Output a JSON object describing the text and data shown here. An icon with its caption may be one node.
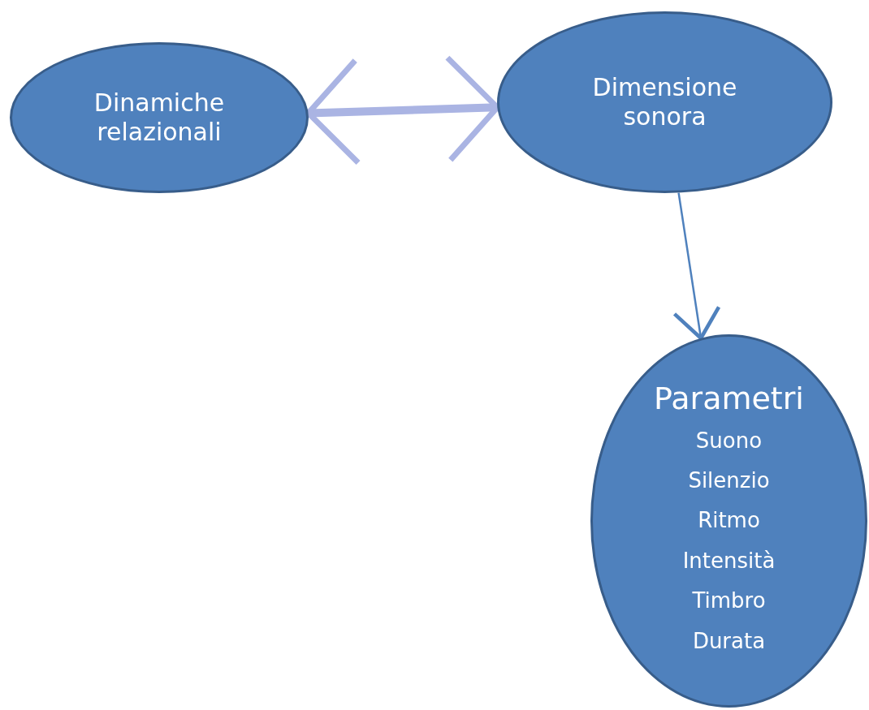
{
  "diagram": {
    "nodes": [
      {
        "text": [
          "Dinamiche relazionali"
        ]
      },
      {
        "text": [
          "Dimensione sonora"
        ]
      },
      {
        "text": [
          "Parametri",
          "Suono",
          "Silenzio",
          "Ritmo",
          "Intensità",
          "Timbro",
          "Durata"
        ]
      }
    ],
    "edges": [
      {
        "from": 0,
        "to": 1,
        "arrow": "both",
        "style": "thick",
        "color": "#aab4e3"
      },
      {
        "from": 1,
        "to": 2,
        "arrow": "to",
        "color": "#4f81bd"
      }
    ]
  }
}
